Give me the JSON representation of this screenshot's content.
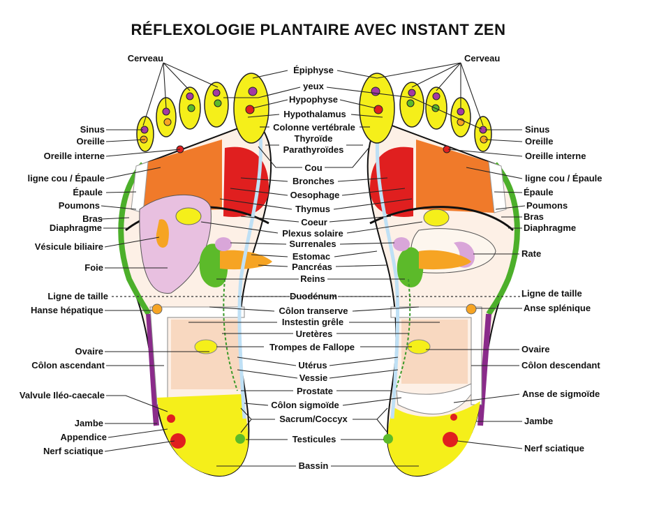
{
  "title": "RÉFLEXOLOGIE PLANTAIRE AVEC INSTANT ZEN",
  "left_labels": {
    "cerveau": "Cerveau",
    "sinus": "Sinus",
    "oreille": "Oreille",
    "oreille_interne": "Oreille interne",
    "cou_epaule": "ligne cou / Épaule",
    "epaule": "Épaule",
    "poumons": "Poumons",
    "bras": "Bras",
    "diaphragme": "Diaphragme",
    "vesicule": "Vésicule biliaire",
    "foie": "Foie",
    "taille": "Ligne de taille",
    "hanse": "Hanse hépatique",
    "ovaire": "Ovaire",
    "colon_asc": "Côlon ascendant",
    "valvule": "Valvule Iléo-caecale",
    "jambe": "Jambe",
    "appendice": "Appendice",
    "nerf": "Nerf sciatique"
  },
  "center_labels": {
    "epiphyse": "Épiphyse",
    "yeux": "yeux",
    "hypophyse": "Hypophyse",
    "hypothalamus": "Hypothalamus",
    "colonne": "Colonne vertébrale",
    "thyroide": "Thyroïde",
    "parathyroides": "Parathyroïdes",
    "cou": "Cou",
    "bronches": "Bronches",
    "oesophage": "Oesophage",
    "thymus": "Thymus",
    "coeur": "Coeur",
    "plexus": "Plexus solaire",
    "surrenales": "Surrenales",
    "estomac": "Estomac",
    "pancreas": "Pancréas",
    "reins": "Reins",
    "duodenum": "Duodénum",
    "colon_transverse": "Côlon transerve",
    "intestin": "Instestin grêle",
    "ureteres": "Uretères",
    "trompes": "Trompes de Fallope",
    "uterus": "Utérus",
    "vessie": "Vessie",
    "prostate": "Prostate",
    "colon_sigmoide": "Côlon sigmoïde",
    "sacrum": "Sacrum/Coccyx",
    "testicules": "Testicules",
    "bassin": "Bassin"
  },
  "right_labels": {
    "cerveau": "Cerveau",
    "sinus": "Sinus",
    "oreille": "Oreille",
    "oreille_interne": "Oreille interne",
    "cou_epaule": "ligne cou / Épaule",
    "epaule": "Épaule",
    "poumons": "Poumons",
    "bras": "Bras",
    "diaphragme": "Diaphragme",
    "rate": "Rate",
    "taille": "Ligne de taille",
    "anse_splenique": "Anse splénique",
    "ovaire": "Ovaire",
    "colon_desc": "Côlon descendant",
    "anse_sigmoide": "Anse de sigmoïde",
    "jambe": "Jambe",
    "nerf": "Nerf sciatique"
  },
  "colors": {
    "toes": "#f5ef1a",
    "heel": "#f5ef1a",
    "shoulder": "#f07a2a",
    "lungs": "#e01f1f",
    "liver": "#e8c0e0",
    "kidneys": "#5cba2a",
    "stomach": "#f6a423",
    "intestine": "#f8d8c0",
    "spine": "#bfe0f5",
    "outline_green": "#4caf2a",
    "outline_purple": "#8a2b8a"
  }
}
